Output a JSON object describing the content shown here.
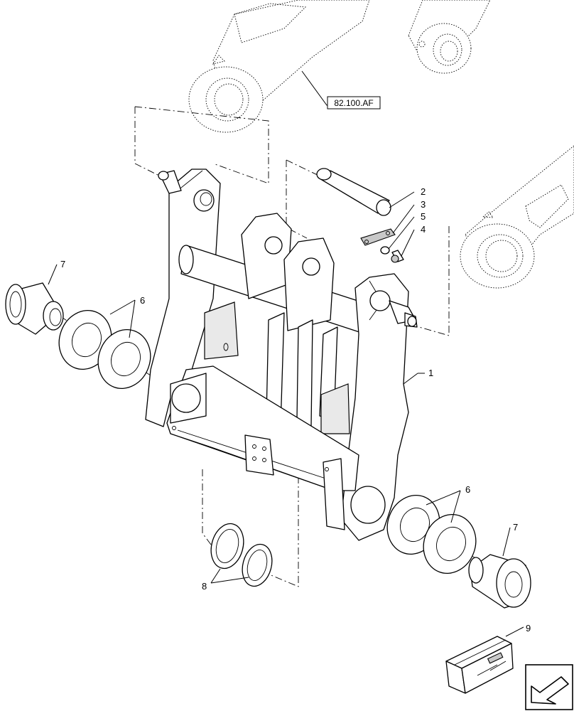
{
  "reference": "82.100.AF",
  "callouts": {
    "frame": "1",
    "pin": "2",
    "plate": "3",
    "washer_small": "5",
    "bolt": "4",
    "shim_left": "6",
    "shim_right": "6",
    "bushing_left": "7",
    "bushing_right": "7",
    "seal": "8",
    "kit": "9"
  }
}
